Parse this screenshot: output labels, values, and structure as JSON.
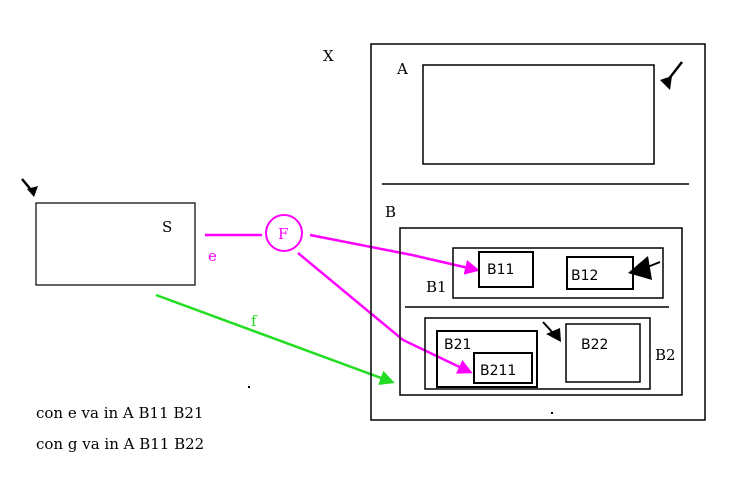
{
  "diagram": {
    "labels": {
      "S": "S",
      "F": "F",
      "e": "e",
      "f": "f",
      "X": "X",
      "A": "A",
      "B": "B",
      "B1": "B1",
      "B11": "B11",
      "B12": "B12",
      "B2": "B2",
      "B21": "B21",
      "B211": "B211",
      "B22": "B22"
    },
    "colors": {
      "line": "#000000",
      "transition_e": "#ff00ff",
      "transition_f": "#22dd22"
    }
  },
  "notes": [
    "con e va in A B11 B21",
    "con g va in A B11 B22"
  ]
}
